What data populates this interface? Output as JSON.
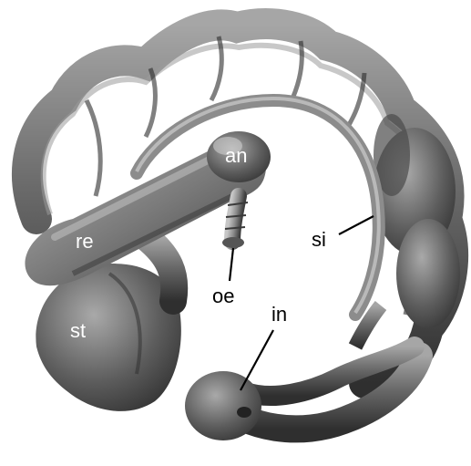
{
  "labels": {
    "an": "an",
    "re": "re",
    "st": "st",
    "oe": "oe",
    "si": "si",
    "in": "in"
  },
  "colors": {
    "background": "#ffffff",
    "surface_dark": "#3c3c3c",
    "surface_mid": "#6e6e6e",
    "surface_light": "#a8a8a8",
    "highlight": "#d4d4d4"
  }
}
